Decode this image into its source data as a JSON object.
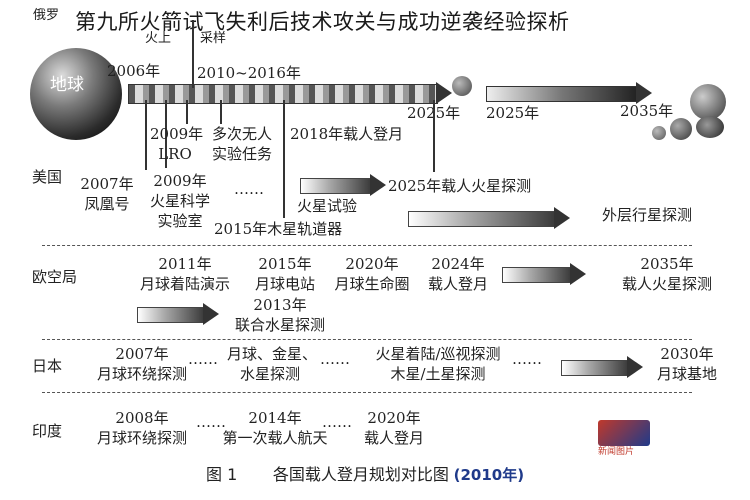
{
  "overlay_title": "第九所火箭试飞失利后技术攻关与成功逆袭经验探析",
  "top_partial_labels": {
    "russia": "俄罗",
    "fire": "火上",
    "sample": "采样"
  },
  "earth_label": "地球",
  "russia_row": {
    "y2006": "2006年",
    "y2010_2016": "2010~2016年",
    "y2025a": "2025年",
    "y2025b": "2025年",
    "y2035": "2035年"
  },
  "usa": {
    "country": "美国",
    "lro_year": "2009年",
    "lro": "LRO",
    "unmanned_1": "多次无人",
    "unmanned_2": "实验任务",
    "moon2018": "2018年载人登月",
    "phoenix_year": "2007年",
    "phoenix": "凤凰号",
    "sci_year": "2009年",
    "sci_1": "火星科学",
    "sci_2": "实验室",
    "ellipsis": "……",
    "mars_test": "火星试验",
    "mars2025": "2025年载人火星探测",
    "jupiter": "2015年木星轨道器",
    "outer": "外层行星探测"
  },
  "esa": {
    "country": "欧空局",
    "y2011": "2011年",
    "t2011": "月球着陆演示",
    "y2015": "2015年",
    "t2015": "月球电站",
    "y2020": "2020年",
    "t2020": "月球生命圈",
    "y2024": "2024年",
    "t2024": "载人登月",
    "y2035": "2035年",
    "t2035": "载人火星探测",
    "y2013": "2013年",
    "t2013": "联合水星探测"
  },
  "japan": {
    "country": "日本",
    "y2007": "2007年",
    "t2007": "月球环绕探测",
    "dots1": "……",
    "moon_venus": "月球、金星、",
    "mercury": "水星探测",
    "dots2": "……",
    "mars_land": "火星着陆/巡视探测",
    "jup_sat": "木星/土星探测",
    "dots3": "……",
    "y2030": "2030年",
    "t2030": "月球基地"
  },
  "india": {
    "country": "印度",
    "y2008": "2008年",
    "t2008": "月球环绕探测",
    "dots1": "……",
    "y2014": "2014年",
    "t2014": "第一次载人航天",
    "dots2": "……",
    "y2020": "2020年",
    "t2020": "载人登月"
  },
  "caption": {
    "num": "图 1",
    "text": "各国载人登月规划对比图",
    "year": "(2010年)"
  },
  "watermark": "新闻图片"
}
